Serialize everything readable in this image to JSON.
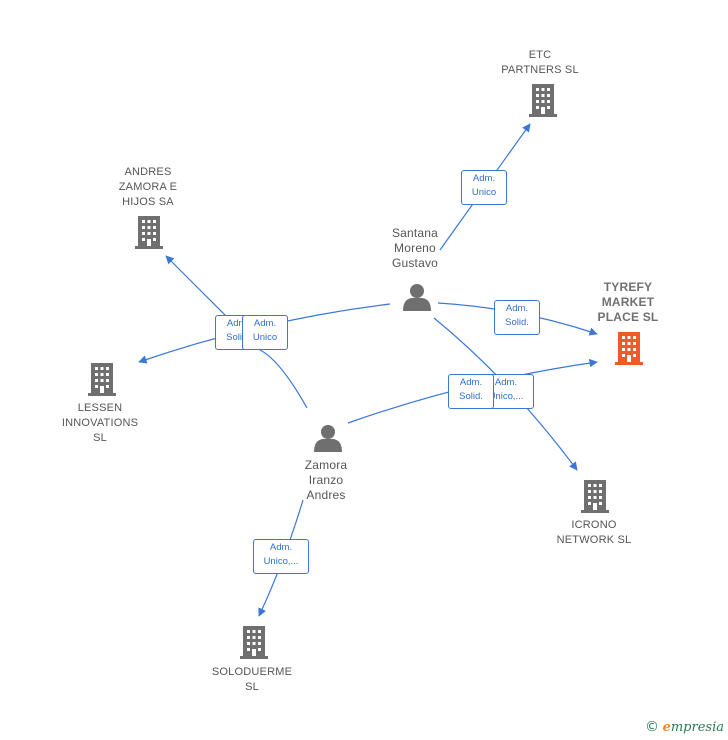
{
  "companies": {
    "etc": {
      "lines": [
        "ETC",
        "PARTNERS  SL"
      ]
    },
    "andres": {
      "lines": [
        "ANDRES",
        "ZAMORA E",
        "HIJOS SA"
      ]
    },
    "tyrefy": {
      "lines": [
        "TYREFY",
        "MARKET",
        "PLACE  SL"
      ]
    },
    "lessen": {
      "lines": [
        "LESSEN",
        "INNOVATIONS",
        "SL"
      ]
    },
    "icrono": {
      "lines": [
        "ICRONO",
        "NETWORK SL"
      ]
    },
    "soloduerme": {
      "lines": [
        "SOLODUERME",
        "SL"
      ]
    }
  },
  "people": {
    "santana": {
      "lines": [
        "Santana",
        "Moreno",
        "Gustavo"
      ]
    },
    "zamora": {
      "lines": [
        "Zamora",
        "Iranzo",
        "Andres"
      ]
    }
  },
  "edge_labels": {
    "santana_etc": [
      "Adm.",
      "Unico"
    ],
    "santana_tyrefy": [
      "Adm.",
      "Solid."
    ],
    "santana_andres": [
      "Adm.",
      "Solid."
    ],
    "santana_lessen": [
      "Adm.",
      "Unico"
    ],
    "santana_icrono": [
      "Adm.",
      "Unico,..."
    ],
    "zamora_tyrefy": [
      "Adm.",
      "Solid."
    ],
    "zamora_soloduerme": [
      "Adm.",
      "Unico,..."
    ]
  },
  "footer": {
    "copyright": "©",
    "brand_initial": "e",
    "brand_rest": "mpresia"
  },
  "colors": {
    "edge": "#3a78d6",
    "building": "#6f6f6f",
    "focus_building": "#f05a28",
    "person": "#6f6f6f"
  },
  "icons": {
    "company": "building-icon",
    "person": "person-icon"
  }
}
